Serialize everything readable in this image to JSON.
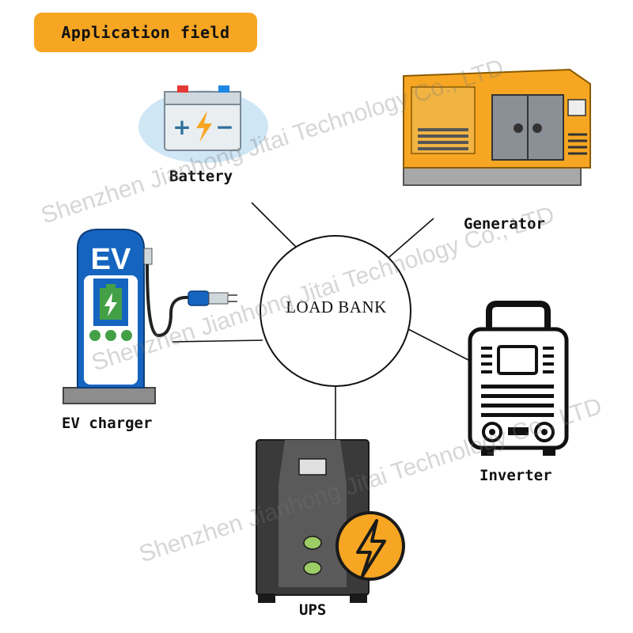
{
  "title": "Application field",
  "center": "LOAD BANK",
  "nodes": {
    "battery": "Battery",
    "generator": "Generator",
    "ev_charger": "EV charger",
    "inverter": "Inverter",
    "ups": "UPS"
  },
  "battery_icon": {
    "plus": "+",
    "minus": "−"
  },
  "ev_icon_text": "EV",
  "watermark": "Shenzhen Jianhong Jitai Technology Co., LTD",
  "colors": {
    "title_badge": "#f6a623",
    "generator_body": "#f6a623",
    "ev_blue": "#1565c0",
    "ups_body": "#3a3a3a",
    "ups_bolt": "#f6a623",
    "battery_accent": "#f6a623"
  }
}
